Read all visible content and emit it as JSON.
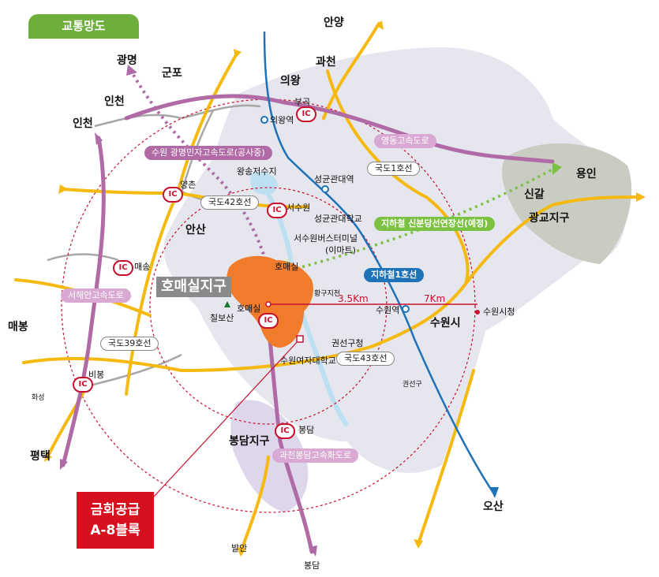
{
  "title": "교통망도",
  "colors": {
    "title_bg": "#6dae3c",
    "highway_pink": "#b06aa6",
    "road_yellow": "#f5b90f",
    "subway_blue": "#1e72b8",
    "ring_red": "#c8102e",
    "district_orange": "#f07b2a",
    "supply_red": "#d7101f",
    "extension_green": "#7cc242"
  },
  "cities": [
    "안양",
    "광명",
    "군포",
    "의왕",
    "과천",
    "인천",
    "인천",
    "용인",
    "신갈",
    "광교지구",
    "안산",
    "매봉",
    "수원시",
    "평택",
    "오산",
    "봉담지구",
    "발안",
    "봉담",
    "화성",
    "권선구"
  ],
  "places": [
    "의왕역",
    "왕송저수지",
    "성균관대역",
    "서수원",
    "성균관대학교",
    "서수원버스터미널",
    "(이마트)",
    "호매실",
    "황구지천",
    "칠보산",
    "호매실",
    "수원역",
    "수원시청",
    "권선구청",
    "수원여자대학교",
    "양촌",
    "매송",
    "비봉",
    "봉담",
    "부곡"
  ],
  "ic_label": "IC",
  "badges": {
    "expressway_gm": "수원 광명민자고속도로(공사중)",
    "yeongdong": "영동고속도로",
    "route1": "국도1호선",
    "route42": "국도42호선",
    "subway_ext": "지하철 신분당선연장선(예정)",
    "subway1": "지하철1호선",
    "seohaean": "서해안고속도로",
    "route39": "국도39호선",
    "route43": "국도43호선",
    "gwacheon_bd": "과천봉담고속화도로"
  },
  "district": "호매실지구",
  "distances": {
    "d1": "3.5Km",
    "d2": "7Km"
  },
  "supply": {
    "line1": "금회공급",
    "line2": "A-8블록"
  }
}
